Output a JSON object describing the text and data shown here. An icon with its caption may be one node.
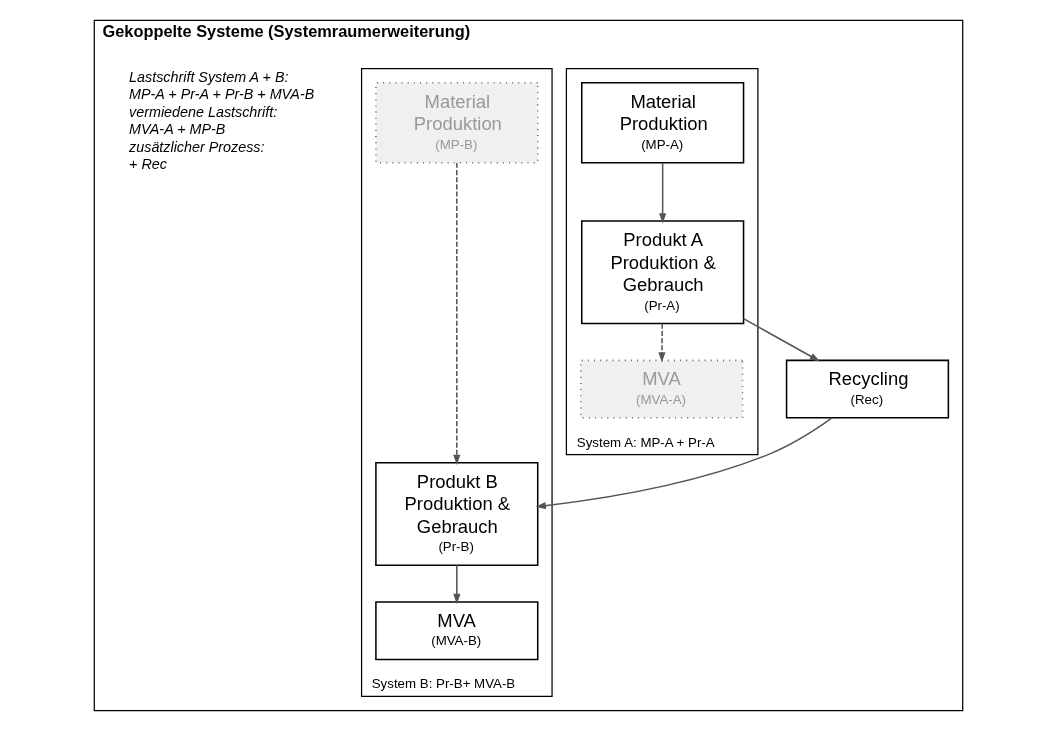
{
  "diagram": {
    "nodes": [
      {
        "text": [
          "Gekoppelte Systeme (Systemraumerweiterung)"
        ]
      },
      {
        "text": [
          "System A: MP-A + Pr-A"
        ],
        "in": 0
      },
      {
        "text": [
          "Material Produktion",
          "(MP-A)"
        ],
        "in": 1
      },
      {
        "text": [
          "Produkt A Produktion & Gebrauch",
          "(Pr-A)"
        ],
        "in": 1
      },
      {
        "text": [
          "MVA",
          "(MVA-A)"
        ],
        "in": 1
      },
      {
        "text": [
          "Recycling",
          "(Rec)"
        ],
        "in": 0
      },
      {
        "text": [
          "System B: Pr-B+ MVA-B"
        ],
        "in": 0
      },
      {
        "text": [
          "Material Produktion",
          "(MP-B)"
        ],
        "in": 6
      },
      {
        "text": [
          "Produkt B Produktion & Gebrauch",
          "(Pr-B)"
        ],
        "in": 6
      },
      {
        "text": [
          "MVA",
          "(MVA-B)"
        ],
        "in": 6
      }
    ],
    "edges": [
      {
        "from": 2,
        "to": 3,
        "arrow": "to"
      },
      {
        "from": 3,
        "to": 4,
        "arrow": "to",
        "style": "dashed"
      },
      {
        "from": 3,
        "to": 5,
        "arrow": "to"
      },
      {
        "from": 5,
        "to": 8,
        "arrow": "to"
      },
      {
        "from": 7,
        "to": 8,
        "arrow": "to",
        "style": "dashed"
      },
      {
        "from": 8,
        "to": 9,
        "arrow": "to"
      }
    ],
    "labels": [
      "Lastschrift System A + B:",
      "MP-A + Pr-A + Pr-B + MVA-B",
      "vermiedene Lastschrift:",
      "MVA-A + MP-B",
      "zusätzlicher Prozess:",
      "+ Rec"
    ]
  }
}
